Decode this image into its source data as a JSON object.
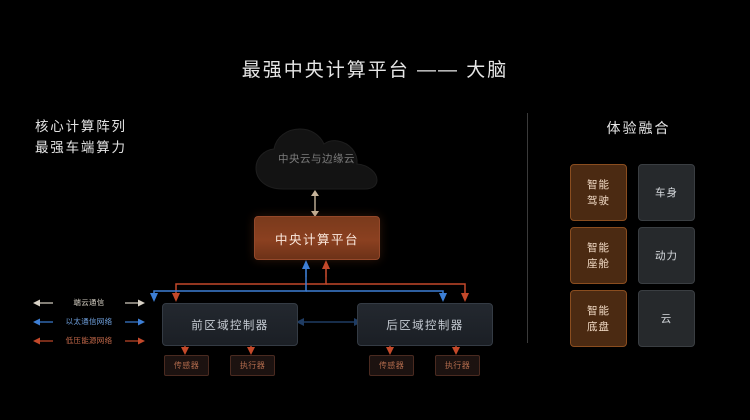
{
  "title": "最强中央计算平台 —— 大脑",
  "left_panel": {
    "heading_line1": "核心计算阵列",
    "heading_line2": "最强车端算力",
    "cloud": {
      "label": "中央云与边缘云"
    },
    "platform": {
      "label": "中央计算平台"
    },
    "zones": [
      {
        "label": "前区域控制器"
      },
      {
        "label": "后区域控制器"
      }
    ],
    "leaves": [
      {
        "label": "传感器"
      },
      {
        "label": "执行器"
      },
      {
        "label": "传感器"
      },
      {
        "label": "执行器"
      }
    ],
    "legend": [
      {
        "label": "端云通信",
        "color": "#d8d2c6"
      },
      {
        "label": "以太通信网络",
        "color": "#3d7fd6"
      },
      {
        "label": "低压能源网络",
        "color": "#c4492a"
      }
    ]
  },
  "right_panel": {
    "heading": "体验融合",
    "boxes": [
      {
        "line1": "智能",
        "line2": "驾驶",
        "style": "orange"
      },
      {
        "line1": "车身",
        "line2": "",
        "style": "grey"
      },
      {
        "line1": "智能",
        "line2": "座舱",
        "style": "orange"
      },
      {
        "line1": "动力",
        "line2": "",
        "style": "grey"
      },
      {
        "line1": "智能",
        "line2": "底盘",
        "style": "orange"
      },
      {
        "line1": "云",
        "line2": "",
        "style": "grey"
      }
    ]
  },
  "colors": {
    "background": "#000000",
    "accent_orange": "#c4492a",
    "accent_blue": "#3d7fd6",
    "platform_fill": "#8b4020",
    "divider": "#3a3a3a"
  }
}
